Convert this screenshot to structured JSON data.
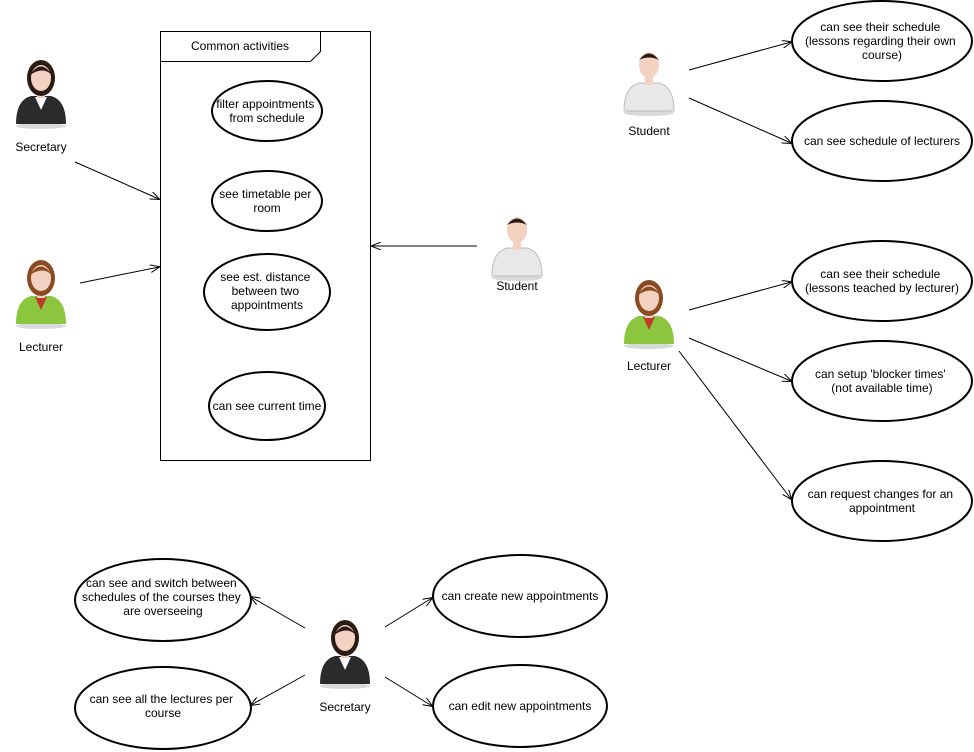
{
  "frame": {
    "title": "Common activities"
  },
  "actors": {
    "secretary_left": {
      "label": "Secretary",
      "kind": "female-dark"
    },
    "lecturer_left": {
      "label": "Lecturer",
      "kind": "female-green"
    },
    "student_center": {
      "label": "Student",
      "kind": "male-white"
    },
    "student_right": {
      "label": "Student",
      "kind": "male-white"
    },
    "lecturer_right": {
      "label": "Lecturer",
      "kind": "female-green"
    },
    "secretary_bottom": {
      "label": "Secretary",
      "kind": "female-dark"
    }
  },
  "common_use_cases": [
    {
      "lines": [
        "filter appointments",
        "from schedule"
      ]
    },
    {
      "lines": [
        "see timetable per",
        "room"
      ]
    },
    {
      "lines": [
        "see est. distance",
        "between two",
        "appointments"
      ]
    },
    {
      "lines": [
        "can see current time"
      ]
    }
  ],
  "student_use_cases": [
    {
      "lines": [
        "can see their schedule",
        "(lessons regarding their own",
        "course)"
      ]
    },
    {
      "lines": [
        "can see schedule of lecturers"
      ]
    }
  ],
  "lecturer_use_cases": [
    {
      "lines": [
        "can see their schedule",
        "(lessons teached by lecturer)"
      ]
    },
    {
      "lines": [
        "can setup 'blocker times'",
        "(not available time)"
      ]
    },
    {
      "lines": [
        "can request changes for an",
        "appointment"
      ]
    }
  ],
  "secretary_use_cases": [
    {
      "lines": [
        "can see and switch between",
        "schedules of the courses they",
        "are overseeing"
      ]
    },
    {
      "lines": [
        "can see all the lectures per",
        "course"
      ]
    },
    {
      "lines": [
        "can create new appointments"
      ]
    },
    {
      "lines": [
        "can edit new appointments"
      ]
    }
  ],
  "colors": {
    "female_dark_suit": "#2b2b2b",
    "female_green_suit": "#8cc63f",
    "male_white_shirt": "#e8e8e8",
    "skin": "#f3d2c1",
    "dark_hair": "#2a1a14",
    "brown_hair": "#8a4a22"
  }
}
